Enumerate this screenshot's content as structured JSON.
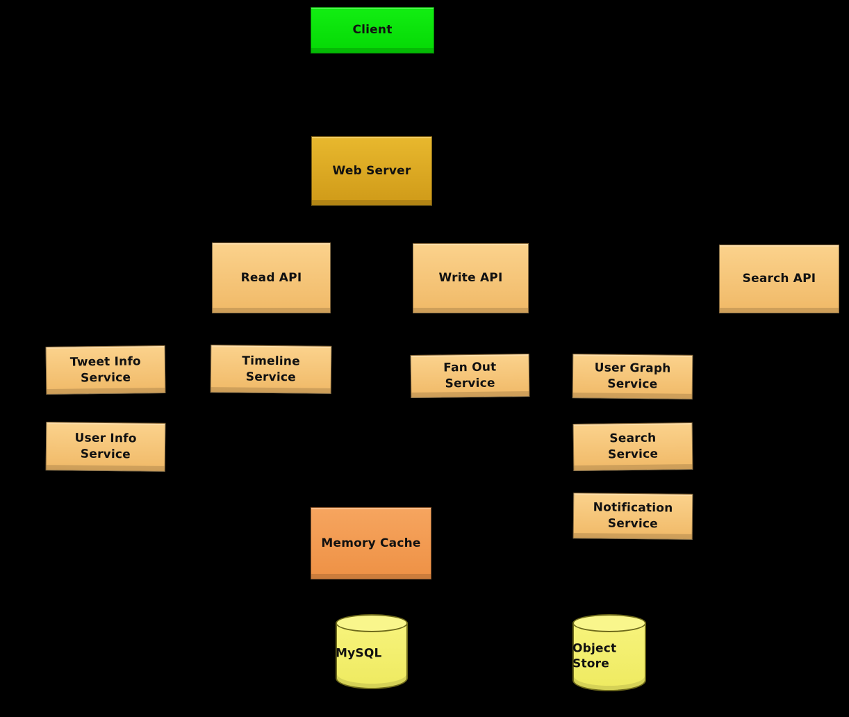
{
  "diagram": {
    "kind": "system-architecture-diagram",
    "background_color": "#000000",
    "colors": {
      "client": "#0ae00a",
      "web_server": "#dca722",
      "service": "#f6c67a",
      "memory_cache": "#f29c52",
      "database": "#f2ee6e"
    },
    "nodes": {
      "client": {
        "label": "Client"
      },
      "web_server": {
        "label": "Web Server"
      },
      "read_api": {
        "label": "Read API"
      },
      "write_api": {
        "label": "Write API"
      },
      "search_api": {
        "label": "Search API"
      },
      "tweet_info_service": {
        "label": "Tweet Info\nService"
      },
      "timeline_service": {
        "label": "Timeline\nService"
      },
      "fan_out_service": {
        "label": "Fan Out\nService"
      },
      "user_graph_service": {
        "label": "User Graph\nService"
      },
      "user_info_service": {
        "label": "User Info\nService"
      },
      "search_service": {
        "label": "Search\nService"
      },
      "notification_service": {
        "label": "Notification\nService"
      },
      "memory_cache": {
        "label": "Memory Cache"
      },
      "mysql_db": {
        "label": "MySQL"
      },
      "object_store_db": {
        "label": "Object\nStore"
      }
    }
  }
}
